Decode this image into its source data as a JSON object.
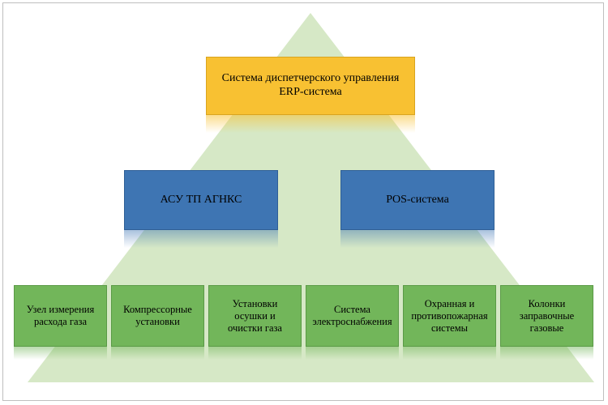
{
  "colors": {
    "pyramid": "#d6e8c6",
    "top_box": "#f8c132",
    "mid_box": "#3e75b3",
    "leaf_box": "#72b65a"
  },
  "top": {
    "line1": "Система диспетчерского управления",
    "line2": "ERP-система"
  },
  "middle": [
    {
      "label": "АСУ ТП АГНКС"
    },
    {
      "label": "POS-система"
    }
  ],
  "leaves": [
    {
      "lines": [
        "Узел измерения",
        "расхода газа"
      ]
    },
    {
      "lines": [
        "Компрессорные",
        "установки"
      ]
    },
    {
      "lines": [
        "Установки",
        "осушки и",
        "очистки газа"
      ]
    },
    {
      "lines": [
        "Система",
        "электроснабжения"
      ]
    },
    {
      "lines": [
        "Охранная и",
        "противопожарная",
        "системы"
      ]
    },
    {
      "lines": [
        "Колонки",
        "заправочные",
        "газовые"
      ]
    }
  ]
}
